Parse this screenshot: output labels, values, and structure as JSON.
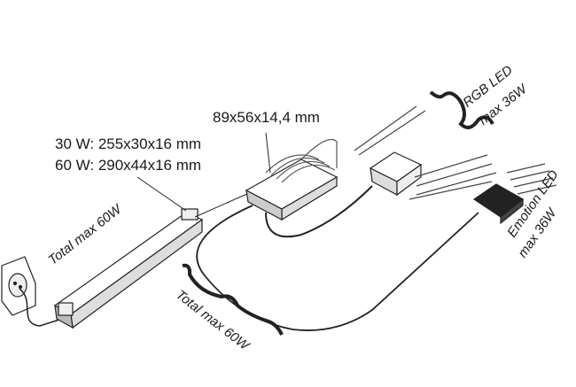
{
  "labels": {
    "controller_size": "89x56x14,4 mm",
    "driver_30w": "30 W: 255x30x16 mm",
    "driver_60w": "60 W: 290x44x16 mm",
    "driver_total": "Total max 60W",
    "bottom_total": "Total max 60W",
    "rgb_line1": "RGB LED",
    "rgb_line2": "max 36W",
    "emotion_line1": "Emotion LED",
    "emotion_line2": "max 36W"
  }
}
